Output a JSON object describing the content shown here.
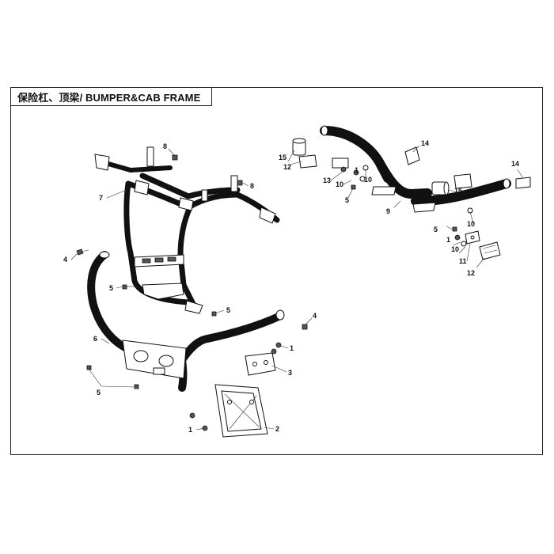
{
  "header": {
    "title": "保险杠、顶梁/ BUMPER&CAB FRAME"
  },
  "callouts": {
    "c1a": "1",
    "c1b": "1",
    "c1c": "1",
    "c1d": "1",
    "c2": "2",
    "c3": "3",
    "c4a": "4",
    "c4b": "4",
    "c5a": "5",
    "c5b": "5",
    "c5c": "5",
    "c5d": "5",
    "c5e": "5",
    "c6": "6",
    "c7": "7",
    "c8a": "8",
    "c8b": "8",
    "c9": "9",
    "c10a": "10",
    "c10b": "10",
    "c10c": "10",
    "c10d": "10",
    "c11": "11",
    "c12a": "12",
    "c12b": "12",
    "c13": "13",
    "c14a": "14",
    "c14b": "14",
    "c15a": "15",
    "c15b": "15"
  }
}
